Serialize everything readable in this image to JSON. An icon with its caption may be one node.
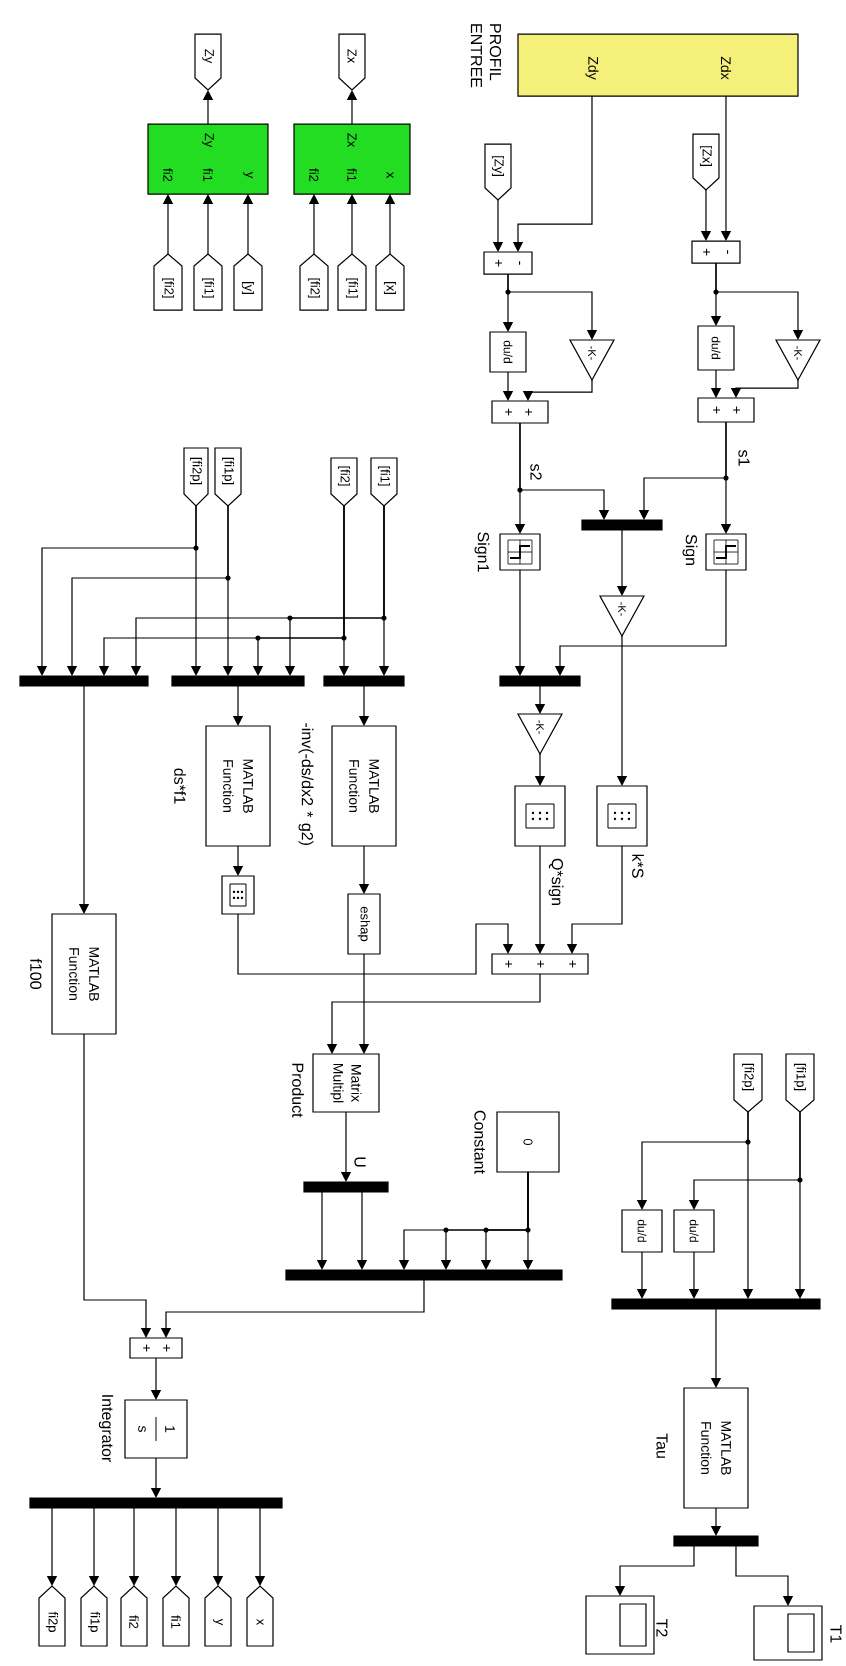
{
  "diagram": {
    "nodes": [
      {
        "text": [
          "Zy"
        ]
      },
      {
        "text": [
          "Zx"
        ]
      },
      {
        "text": [
          "Zdy",
          "Zdx"
        ],
        "beside": [
          "PROFIL ENTREE"
        ]
      },
      {
        "text": [
          "Zy",
          "fi2",
          "fi1",
          "y"
        ]
      },
      {
        "text": [
          "Zx",
          "fi2",
          "fi1",
          "x"
        ]
      },
      {
        "text": [
          "[Zy]"
        ]
      },
      {
        "text": [
          "[Zx]"
        ]
      },
      {
        "text": [
          "[fi2]"
        ]
      },
      {
        "text": [
          "[fi1]"
        ]
      },
      {
        "text": [
          "[y]"
        ]
      },
      {
        "text": [
          "[fi2]"
        ]
      },
      {
        "text": [
          "[fi1]"
        ]
      },
      {
        "text": [
          "[x]"
        ]
      },
      {
        "text": [
          "+",
          "-"
        ]
      },
      {
        "text": [
          "+",
          "-"
        ]
      },
      {
        "text": [
          "du/d"
        ]
      },
      {
        "text": [
          "-K-"
        ]
      },
      {
        "text": [
          "du/d"
        ]
      },
      {
        "text": [
          "-K-"
        ]
      },
      {
        "text": [
          "+",
          "+"
        ]
      },
      {
        "text": [
          "+",
          "+"
        ]
      },
      {
        "text": [
          "[fi2p]"
        ]
      },
      {
        "text": [
          "[fi1p]"
        ]
      },
      {
        "text": [
          "[fi2]"
        ]
      },
      {
        "text": [
          "[fi1]"
        ]
      },
      {
        "text": [],
        "shape": "bar"
      },
      {
        "text": [],
        "shape": "box",
        "beside": [
          "Sign1"
        ]
      },
      {
        "text": [],
        "shape": "box",
        "beside": [
          "Sign"
        ]
      },
      {
        "text": [
          "-K-"
        ]
      },
      {
        "text": [],
        "shape": "bar"
      },
      {
        "text": [],
        "shape": "bar"
      },
      {
        "text": [],
        "shape": "bar"
      },
      {
        "text": [],
        "shape": "bar"
      },
      {
        "text": [
          "-K-"
        ]
      },
      {
        "text": [
          "MATLAB Function"
        ],
        "beside": [
          "ds*f1"
        ]
      },
      {
        "text": [
          "MATLAB Function"
        ],
        "beside": [
          "-inv(-ds/dx2 * g2)"
        ]
      },
      {
        "text": [],
        "shape": "box",
        "beside": [
          "Q*sign"
        ]
      },
      {
        "text": [],
        "shape": "box",
        "beside": [
          "k*S"
        ]
      },
      {
        "text": [],
        "shape": "box"
      },
      {
        "text": [
          "eshap"
        ]
      },
      {
        "text": [
          "MATLAB Function"
        ],
        "beside": [
          "f100"
        ]
      },
      {
        "text": [
          "+",
          "+",
          "+"
        ]
      },
      {
        "text": [
          "Matrix Multipl"
        ],
        "beside": [
          "Product"
        ]
      },
      {
        "text": [
          "[fi2p]"
        ]
      },
      {
        "text": [
          "[fi1p]"
        ]
      },
      {
        "text": [
          "0"
        ],
        "beside": [
          "Constant"
        ]
      },
      {
        "text": [],
        "shape": "bar"
      },
      {
        "text": [
          "du/d"
        ]
      },
      {
        "text": [
          "du/d"
        ]
      },
      {
        "text": [],
        "shape": "bar"
      },
      {
        "text": [],
        "shape": "bar"
      },
      {
        "text": [
          "+",
          "+"
        ]
      },
      {
        "text": [
          "MATLAB Function"
        ],
        "beside": [
          "Tau"
        ]
      },
      {
        "text": [
          "1",
          "s"
        ],
        "beside": [
          "Integrator"
        ]
      },
      {
        "text": [],
        "shape": "bar"
      },
      {
        "text": [],
        "shape": "bar"
      },
      {
        "text": [
          "fi2p"
        ]
      },
      {
        "text": [
          "fi1p"
        ]
      },
      {
        "text": [
          "fi2"
        ]
      },
      {
        "text": [
          "fi1"
        ]
      },
      {
        "text": [
          "y"
        ]
      },
      {
        "text": [
          "x"
        ]
      },
      {
        "text": [],
        "shape": "box",
        "beside": [
          "T2"
        ]
      },
      {
        "text": [],
        "shape": "box",
        "beside": [
          "T1"
        ]
      }
    ],
    "edges": [
      {
        "from": 3,
        "to": 0,
        "arrow": "to"
      },
      {
        "from": 4,
        "to": 1,
        "arrow": "to"
      },
      {
        "from": 7,
        "to": 3,
        "arrow": "to"
      },
      {
        "from": 8,
        "to": 3,
        "arrow": "to"
      },
      {
        "from": 9,
        "to": 3,
        "arrow": "to"
      },
      {
        "from": 10,
        "to": 4,
        "arrow": "to"
      },
      {
        "from": 11,
        "to": 4,
        "arrow": "to"
      },
      {
        "from": 12,
        "to": 4,
        "arrow": "to"
      },
      {
        "from": 2,
        "to": 13,
        "arrow": "to"
      },
      {
        "from": 5,
        "to": 13,
        "arrow": "to"
      },
      {
        "from": 2,
        "to": 14,
        "arrow": "to"
      },
      {
        "from": 6,
        "to": 14,
        "arrow": "to"
      },
      {
        "from": 13,
        "to": 15,
        "arrow": "to"
      },
      {
        "from": 13,
        "to": 16,
        "arrow": "to"
      },
      {
        "from": 15,
        "to": 19,
        "arrow": "to"
      },
      {
        "from": 16,
        "to": 19,
        "arrow": "to"
      },
      {
        "from": 14,
        "to": 17,
        "arrow": "to"
      },
      {
        "from": 14,
        "to": 18,
        "arrow": "to"
      },
      {
        "from": 17,
        "to": 20,
        "arrow": "to"
      },
      {
        "from": 18,
        "to": 20,
        "arrow": "to"
      },
      {
        "from": 19,
        "to": 26,
        "arrow": "to",
        "label": "s2"
      },
      {
        "from": 19,
        "to": 25,
        "arrow": "to"
      },
      {
        "from": 20,
        "to": 27,
        "arrow": "to",
        "label": "s1"
      },
      {
        "from": 20,
        "to": 25,
        "arrow": "to"
      },
      {
        "from": 25,
        "to": 28,
        "arrow": "to"
      },
      {
        "from": 28,
        "to": 37,
        "arrow": "to"
      },
      {
        "from": 26,
        "to": 32,
        "arrow": "to"
      },
      {
        "from": 27,
        "to": 32,
        "arrow": "to"
      },
      {
        "from": 32,
        "to": 33,
        "arrow": "to"
      },
      {
        "from": 33,
        "to": 36,
        "arrow": "to"
      },
      {
        "from": 36,
        "to": 41,
        "arrow": "to"
      },
      {
        "from": 37,
        "to": 41,
        "arrow": "to"
      },
      {
        "from": 21,
        "to": 29,
        "arrow": "to"
      },
      {
        "from": 21,
        "to": 30,
        "arrow": "to"
      },
      {
        "from": 22,
        "to": 29,
        "arrow": "to"
      },
      {
        "from": 22,
        "to": 30,
        "arrow": "to"
      },
      {
        "from": 23,
        "to": 29,
        "arrow": "to"
      },
      {
        "from": 23,
        "to": 30,
        "arrow": "to"
      },
      {
        "from": 23,
        "to": 31,
        "arrow": "to"
      },
      {
        "from": 24,
        "to": 29,
        "arrow": "to"
      },
      {
        "from": 24,
        "to": 30,
        "arrow": "to"
      },
      {
        "from": 24,
        "to": 31,
        "arrow": "to"
      },
      {
        "from": 29,
        "to": 40,
        "arrow": "to"
      },
      {
        "from": 30,
        "to": 34,
        "arrow": "to"
      },
      {
        "from": 31,
        "to": 35,
        "arrow": "to"
      },
      {
        "from": 34,
        "to": 38,
        "arrow": "to"
      },
      {
        "from": 35,
        "to": 39,
        "arrow": "to"
      },
      {
        "from": 38,
        "to": 41,
        "arrow": "to"
      },
      {
        "from": 39,
        "to": 42,
        "arrow": "to"
      },
      {
        "from": 41,
        "to": 42,
        "arrow": "to"
      },
      {
        "from": 42,
        "to": 46,
        "arrow": "to",
        "label": "U"
      },
      {
        "from": 46,
        "to": 49,
        "arrow": "to"
      },
      {
        "from": 46,
        "to": 49,
        "arrow": "to"
      },
      {
        "from": 45,
        "to": 49,
        "arrow": "to"
      },
      {
        "from": 45,
        "to": 49,
        "arrow": "to"
      },
      {
        "from": 45,
        "to": 49,
        "arrow": "to"
      },
      {
        "from": 45,
        "to": 49,
        "arrow": "to"
      },
      {
        "from": 49,
        "to": 51,
        "arrow": "to"
      },
      {
        "from": 40,
        "to": 51,
        "arrow": "to"
      },
      {
        "from": 51,
        "to": 53,
        "arrow": "to"
      },
      {
        "from": 53,
        "to": 54,
        "arrow": "to"
      },
      {
        "from": 54,
        "to": 56,
        "arrow": "to"
      },
      {
        "from": 54,
        "to": 57,
        "arrow": "to"
      },
      {
        "from": 54,
        "to": 58,
        "arrow": "to"
      },
      {
        "from": 54,
        "to": 59,
        "arrow": "to"
      },
      {
        "from": 54,
        "to": 60,
        "arrow": "to"
      },
      {
        "from": 54,
        "to": 61,
        "arrow": "to"
      },
      {
        "from": 43,
        "to": 47,
        "arrow": "to"
      },
      {
        "from": 43,
        "to": 50,
        "arrow": "to"
      },
      {
        "from": 44,
        "to": 48,
        "arrow": "to"
      },
      {
        "from": 44,
        "to": 50,
        "arrow": "to"
      },
      {
        "from": 47,
        "to": 50,
        "arrow": "to"
      },
      {
        "from": 48,
        "to": 50,
        "arrow": "to"
      },
      {
        "from": 50,
        "to": 52,
        "arrow": "to"
      },
      {
        "from": 52,
        "to": 55,
        "arrow": "to"
      },
      {
        "from": 55,
        "to": 62,
        "arrow": "to"
      },
      {
        "from": 55,
        "to": 63,
        "arrow": "to"
      }
    ]
  }
}
